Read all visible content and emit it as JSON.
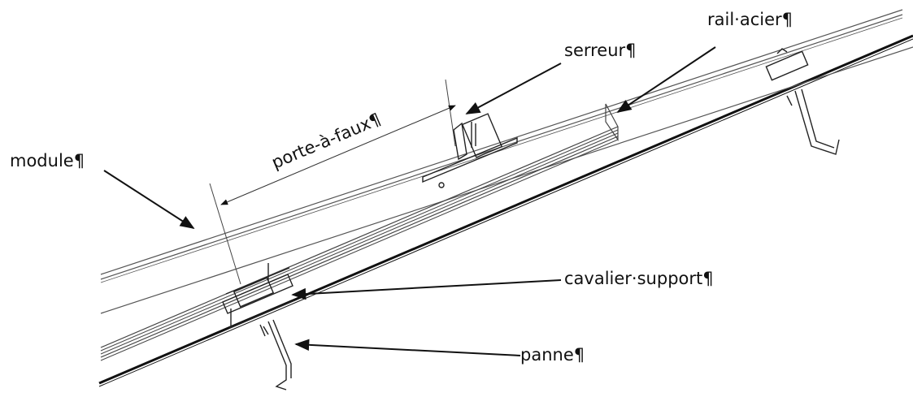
{
  "labels": {
    "module": "module¶",
    "porte_a_faux": "porte-à-faux¶",
    "serreur": "serreur¶",
    "rail_acier": "rail·acier¶",
    "cavalier_support": "cavalier·support¶",
    "panne": "panne¶"
  },
  "colors": {
    "ink": "#111111",
    "line": "#444444",
    "light": "#888888"
  }
}
